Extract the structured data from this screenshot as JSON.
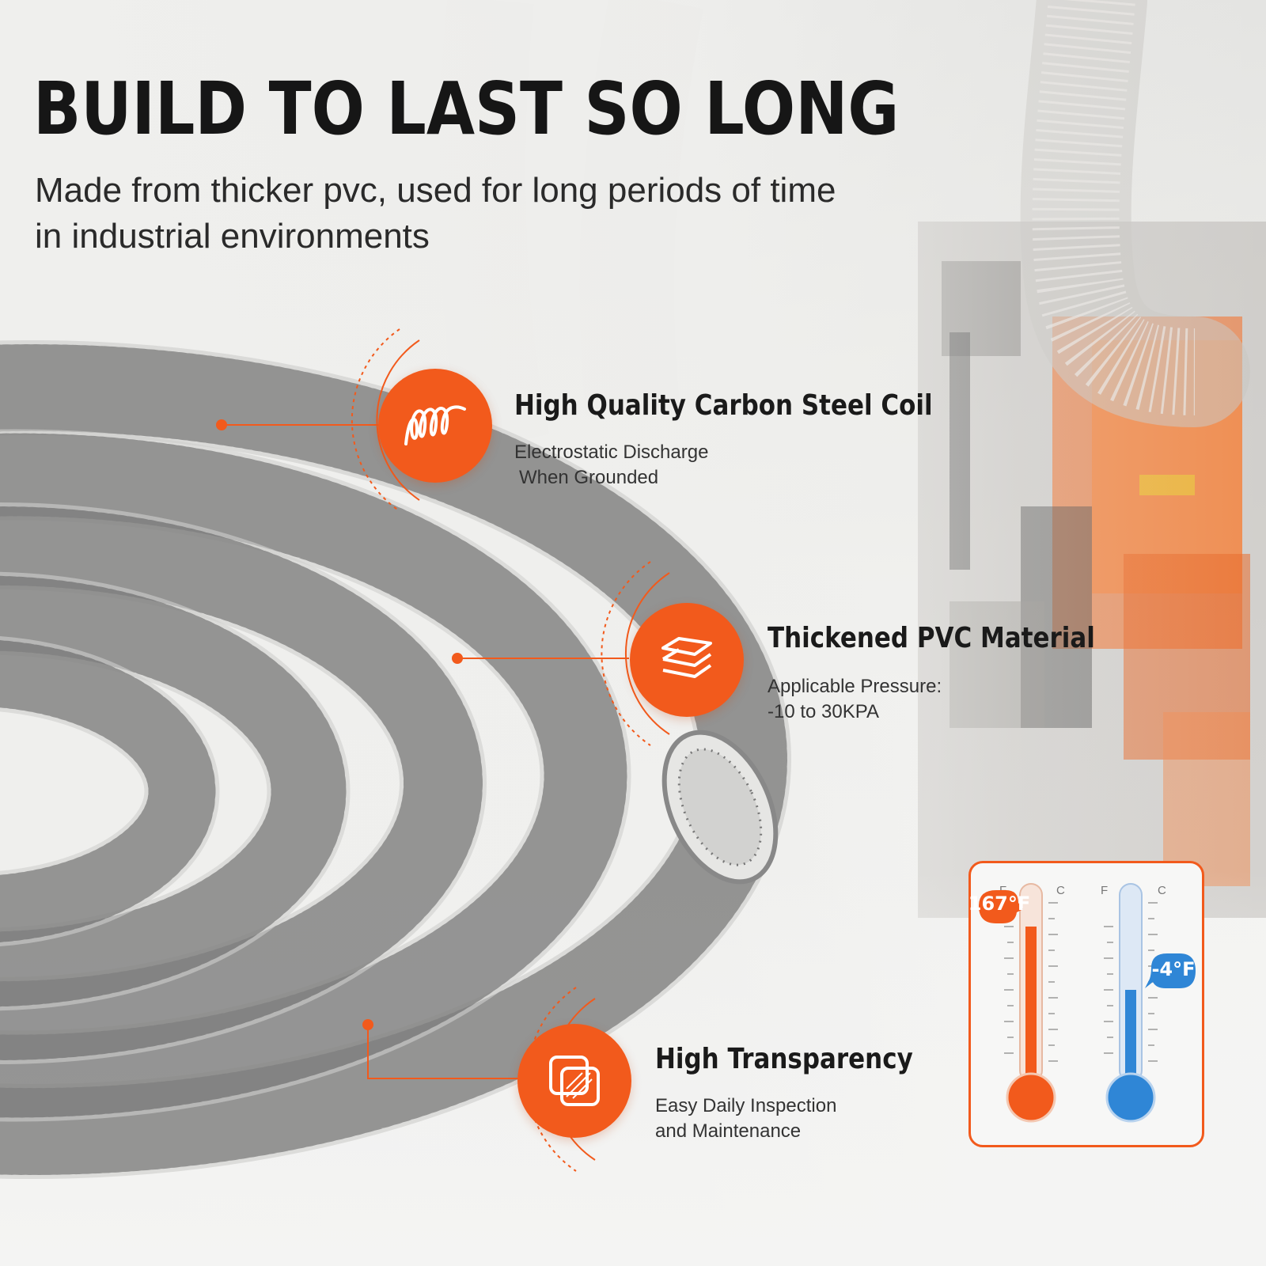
{
  "hero": {
    "title": "BUILD TO LAST SO LONG",
    "subtitle": "Made from thicker pvc, used for long periods of time in industrial environments"
  },
  "features": [
    {
      "title": "High Quality Carbon Steel Coil",
      "desc_line1": "Electrostatic Discharge",
      "desc_line2": "When Grounded",
      "icon": "coil-spring-icon"
    },
    {
      "title": "Thickened PVC Material",
      "desc_line1": "Applicable Pressure:",
      "desc_line2": "-10 to 30KPA",
      "icon": "layers-icon"
    },
    {
      "title": "High Transparency",
      "desc_line1": "Easy Daily Inspection",
      "desc_line2": "and Maintenance",
      "icon": "transparent-squares-icon"
    }
  ],
  "temperature": {
    "hot_value": "167°F",
    "cold_value": "-4°F",
    "scale_f": "F",
    "scale_c": "C"
  },
  "colors": {
    "accent": "#f25a1c",
    "hot": "#f25a1c",
    "cold": "#2f86d6",
    "title": "#161616"
  }
}
